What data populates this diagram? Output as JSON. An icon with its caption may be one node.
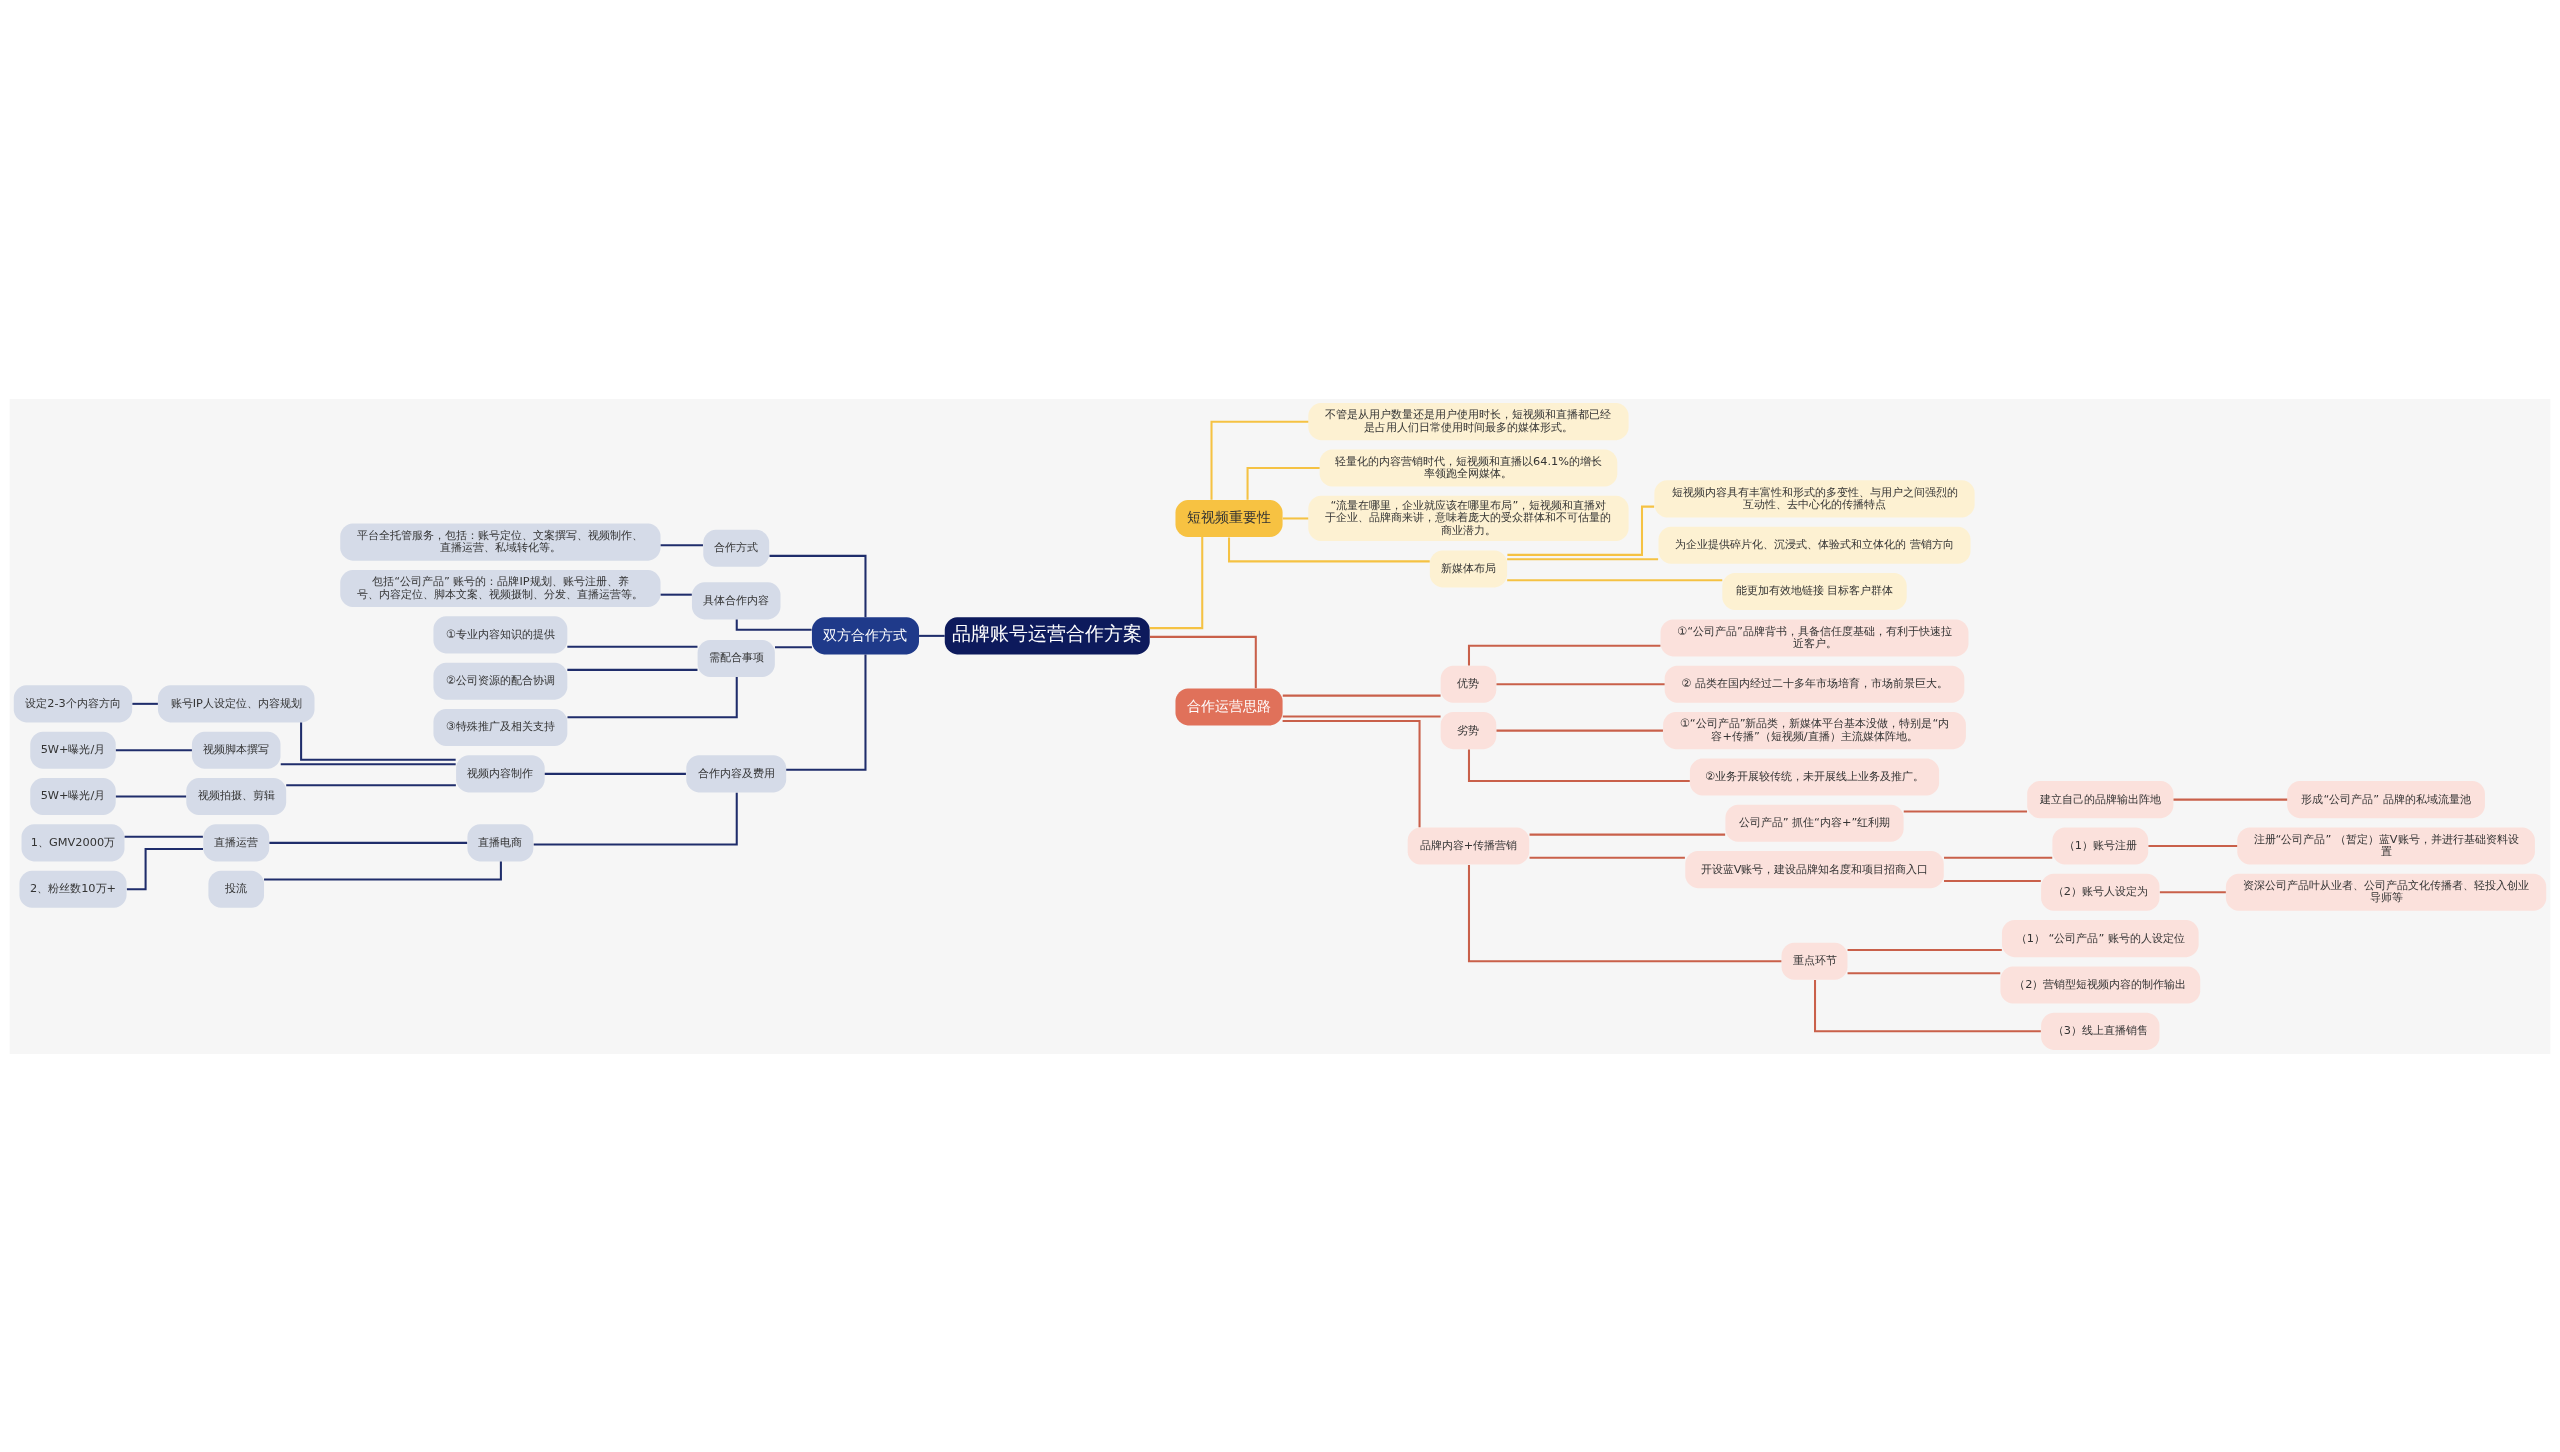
{
  "diagram": {
    "nodes": [
      {
        "text": [
          "品牌账号运营合作方案"
        ]
      },
      {
        "text": [
          "双方合作方式"
        ]
      },
      {
        "text": [
          "合作方式"
        ]
      },
      {
        "text": [
          "平台全托管服务，包括：账号定位、文案撰写、视频制作、直播运营、私域转化等。"
        ]
      },
      {
        "text": [
          "具体合作内容"
        ]
      },
      {
        "text": [
          "包括“公司产品” 账号的：品牌IP规划、账号注册、养号、内容定位、脚本文案、视频摄制、分发、直播运营等。"
        ]
      },
      {
        "text": [
          "需配合事项"
        ]
      },
      {
        "text": [
          "①专业内容知识的提供"
        ]
      },
      {
        "text": [
          "②公司资源的配合协调"
        ]
      },
      {
        "text": [
          "③特殊推广及相关支持"
        ]
      },
      {
        "text": [
          "合作内容及费用"
        ]
      },
      {
        "text": [
          "视频内容制作"
        ]
      },
      {
        "text": [
          "账号IP人设定位、内容规划"
        ]
      },
      {
        "text": [
          "设定2-3个内容方向"
        ]
      },
      {
        "text": [
          "视频脚本撰写"
        ]
      },
      {
        "text": [
          "5W+曝光/月"
        ]
      },
      {
        "text": [
          "视频拍摄、剪辑"
        ]
      },
      {
        "text": [
          "5W+曝光/月"
        ]
      },
      {
        "text": [
          "直播电商"
        ]
      },
      {
        "text": [
          "直播运营"
        ]
      },
      {
        "text": [
          "1、GMV2000万"
        ]
      },
      {
        "text": [
          "2、粉丝数10万+"
        ]
      },
      {
        "text": [
          "投流"
        ]
      },
      {
        "text": [
          "短视频重要性"
        ]
      },
      {
        "text": [
          "不管是从用户数量还是用户使用时长，短视频和直播都已经是占用人们日常使用时间最多的媒体形式。"
        ]
      },
      {
        "text": [
          "轻量化的内容营销时代，短视频和直播以64.1%的增长率领跑全网媒体。"
        ]
      },
      {
        "text": [
          "“流量在哪里，企业就应该在哪里布局”，短视频和直播对于企业、品牌商来讲，意味着庞大的受众群体和不可估量的商业潜力。"
        ]
      },
      {
        "text": [
          "新媒体布局"
        ]
      },
      {
        "text": [
          "短视频内容具有丰富性和形式的多变性、与用户之间强烈的互动性、去中心化的传播特点"
        ]
      },
      {
        "text": [
          "为企业提供碎片化、沉浸式、体验式和立体化的 营销方向"
        ]
      },
      {
        "text": [
          "能更加有效地链接 目标客户群体"
        ]
      },
      {
        "text": [
          "合作运营思路"
        ]
      },
      {
        "text": [
          "优势"
        ]
      },
      {
        "text": [
          "①“公司产品”品牌背书，具备信任度基础，有利于快速拉近客户。"
        ]
      },
      {
        "text": [
          "② 品类在国内经过二十多年市场培育，市场前景巨大。"
        ]
      },
      {
        "text": [
          "劣势"
        ]
      },
      {
        "text": [
          "①“公司产品”新品类，新媒体平台基本没做，特别是“内容+传播”（短视频/直播）主流媒体阵地。"
        ]
      },
      {
        "text": [
          "②业务开展较传统，未开展线上业务及推广。"
        ]
      },
      {
        "text": [
          "品牌内容+传播营销"
        ]
      },
      {
        "text": [
          "公司产品” 抓住“内容+”红利期"
        ]
      },
      {
        "text": [
          "建立自己的品牌输出阵地"
        ]
      },
      {
        "text": [
          "形成“公司产品” 品牌的私域流量池"
        ]
      },
      {
        "text": [
          "开设蓝V账号，建设品牌知名度和项目招商入口"
        ]
      },
      {
        "text": [
          "（1）账号注册"
        ]
      },
      {
        "text": [
          "注册“公司产品” （暂定）蓝V账号，并进行基础资料设置"
        ]
      },
      {
        "text": [
          "（2）账号人设定为"
        ]
      },
      {
        "text": [
          "资深公司产品叶从业者、公司产品文化传播者、轻投入创业导师等"
        ]
      },
      {
        "text": [
          "重点环节"
        ]
      },
      {
        "text": [
          "（1） “公司产品” 账号的人设定位"
        ]
      },
      {
        "text": [
          "（2）营销型短视频内容的制作输出"
        ]
      },
      {
        "text": [
          "（3）线上直播销售"
        ]
      }
    ],
    "edges": [
      {
        "from": 0,
        "to": 1,
        "arrow": "none"
      },
      {
        "from": 1,
        "to": 2,
        "arrow": "none"
      },
      {
        "from": 2,
        "to": 3,
        "arrow": "none"
      },
      {
        "from": 1,
        "to": 4,
        "arrow": "none"
      },
      {
        "from": 4,
        "to": 5,
        "arrow": "none"
      },
      {
        "from": 1,
        "to": 6,
        "arrow": "none"
      },
      {
        "from": 6,
        "to": 7,
        "arrow": "none"
      },
      {
        "from": 6,
        "to": 8,
        "arrow": "none"
      },
      {
        "from": 6,
        "to": 9,
        "arrow": "none"
      },
      {
        "from": 1,
        "to": 10,
        "arrow": "none"
      },
      {
        "from": 10,
        "to": 11,
        "arrow": "none"
      },
      {
        "from": 11,
        "to": 12,
        "arrow": "none"
      },
      {
        "from": 12,
        "to": 13,
        "arrow": "none"
      },
      {
        "from": 11,
        "to": 14,
        "arrow": "none"
      },
      {
        "from": 14,
        "to": 15,
        "arrow": "none"
      },
      {
        "from": 11,
        "to": 16,
        "arrow": "none"
      },
      {
        "from": 16,
        "to": 17,
        "arrow": "none"
      },
      {
        "from": 10,
        "to": 18,
        "arrow": "none"
      },
      {
        "from": 18,
        "to": 19,
        "arrow": "none"
      },
      {
        "from": 19,
        "to": 20,
        "arrow": "none"
      },
      {
        "from": 19,
        "to": 21,
        "arrow": "none"
      },
      {
        "from": 18,
        "to": 22,
        "arrow": "none"
      },
      {
        "from": 0,
        "to": 23,
        "arrow": "none",
        "color": "#f5c243"
      },
      {
        "from": 23,
        "to": 24,
        "arrow": "none",
        "color": "#f5c243"
      },
      {
        "from": 23,
        "to": 25,
        "arrow": "none",
        "color": "#f5c243"
      },
      {
        "from": 23,
        "to": 26,
        "arrow": "none",
        "color": "#f5c243"
      },
      {
        "from": 23,
        "to": 27,
        "arrow": "none",
        "color": "#f5c243"
      },
      {
        "from": 27,
        "to": 28,
        "arrow": "none",
        "color": "#f5c243"
      },
      {
        "from": 27,
        "to": 29,
        "arrow": "none",
        "color": "#f5c243"
      },
      {
        "from": 27,
        "to": 30,
        "arrow": "none",
        "color": "#f5c243"
      },
      {
        "from": 0,
        "to": 31,
        "arrow": "none",
        "color": "#c9604a"
      },
      {
        "from": 31,
        "to": 32,
        "arrow": "none",
        "color": "#c9604a"
      },
      {
        "from": 32,
        "to": 33,
        "arrow": "none",
        "color": "#c9604a"
      },
      {
        "from": 32,
        "to": 34,
        "arrow": "none",
        "color": "#c9604a"
      },
      {
        "from": 31,
        "to": 35,
        "arrow": "none",
        "color": "#c9604a"
      },
      {
        "from": 35,
        "to": 36,
        "arrow": "none",
        "color": "#c9604a"
      },
      {
        "from": 35,
        "to": 37,
        "arrow": "none",
        "color": "#c9604a"
      },
      {
        "from": 31,
        "to": 38,
        "arrow": "none",
        "color": "#c9604a"
      },
      {
        "from": 38,
        "to": 39,
        "arrow": "none",
        "color": "#c9604a"
      },
      {
        "from": 39,
        "to": 40,
        "arrow": "none",
        "color": "#c9604a"
      },
      {
        "from": 40,
        "to": 41,
        "arrow": "none",
        "color": "#c9604a"
      },
      {
        "from": 38,
        "to": 42,
        "arrow": "none",
        "color": "#c9604a"
      },
      {
        "from": 42,
        "to": 43,
        "arrow": "none",
        "color": "#c9604a"
      },
      {
        "from": 43,
        "to": 44,
        "arrow": "none",
        "color": "#c9604a"
      },
      {
        "from": 42,
        "to": 45,
        "arrow": "none",
        "color": "#c9604a"
      },
      {
        "from": 45,
        "to": 46,
        "arrow": "none",
        "color": "#c9604a"
      },
      {
        "from": 38,
        "to": 47,
        "arrow": "none",
        "color": "#c9604a"
      },
      {
        "from": 47,
        "to": 48,
        "arrow": "none",
        "color": "#c9604a"
      },
      {
        "from": 47,
        "to": 49,
        "arrow": "none",
        "color": "#c9604a"
      },
      {
        "from": 47,
        "to": 50,
        "arrow": "none",
        "color": "#c9604a"
      }
    ]
  }
}
